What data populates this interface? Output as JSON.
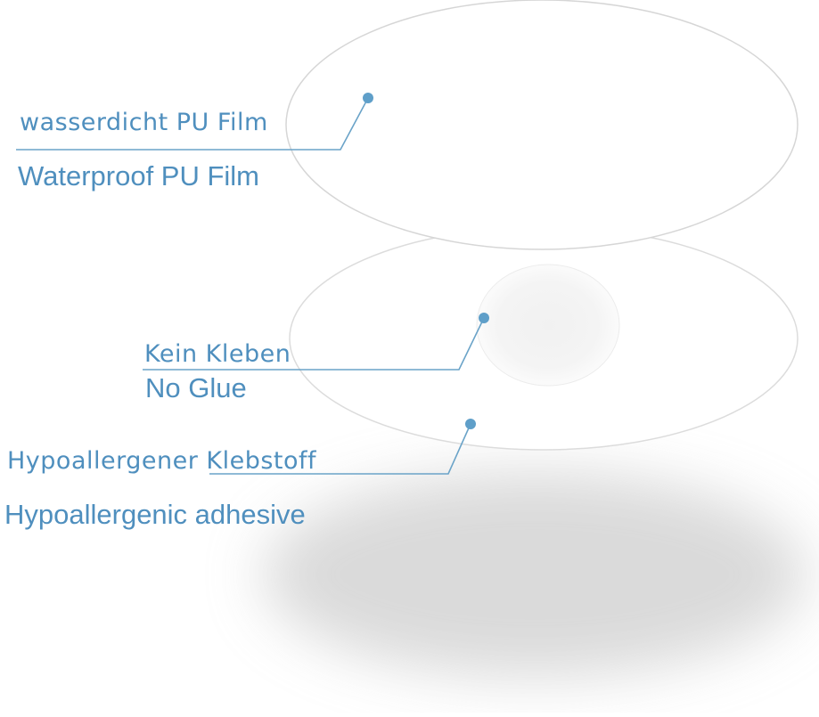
{
  "colors": {
    "accent": "#6aa3c8",
    "label_text": "#4f8fbe",
    "layer_fill": "#ffffff",
    "layer_outline": "#d8d8d8",
    "shadow": "#bdbdbd"
  },
  "layers": [
    {
      "id": "film",
      "label_de": "wasserdicht PU Film",
      "label_en": "Waterproof PU Film"
    },
    {
      "id": "noglue",
      "label_de": "Kein Kleben",
      "label_en": "No Glue"
    },
    {
      "id": "adhesive",
      "label_de": "Hypoallergener Klebstoff",
      "label_en": "Hypoallergenic adhesive"
    }
  ]
}
